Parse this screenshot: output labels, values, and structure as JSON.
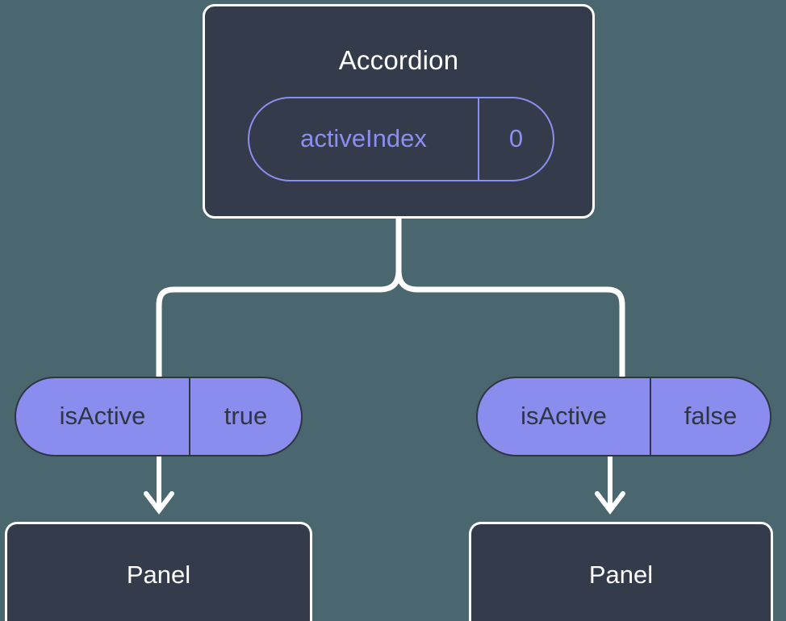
{
  "diagram": {
    "type": "component-state-tree",
    "background_color": "#4a6770",
    "root": {
      "title": "Accordion",
      "card_fill": "#343b4a",
      "card_border": "#ffffff",
      "state_pill": {
        "key": "activeIndex",
        "value": "0",
        "accent_color": "#8b8ff0",
        "style": "outline"
      }
    },
    "branches": [
      {
        "prop_pill": {
          "key": "isActive",
          "value": "true",
          "fill": "#8a8ded",
          "text_color": "#2f3542",
          "style": "filled"
        },
        "child": {
          "title": "Panel",
          "card_fill": "#343b4a",
          "card_border": "#ffffff"
        },
        "arrow": "down-arrow-icon"
      },
      {
        "prop_pill": {
          "key": "isActive",
          "value": "false",
          "fill": "#8a8ded",
          "text_color": "#2f3542",
          "style": "filled"
        },
        "child": {
          "title": "Panel",
          "card_fill": "#343b4a",
          "card_border": "#ffffff"
        },
        "arrow": "down-arrow-icon"
      }
    ],
    "connectors": {
      "color": "#ffffff",
      "description": "root card forks into two rounded branches feeding each isActive pill"
    }
  }
}
